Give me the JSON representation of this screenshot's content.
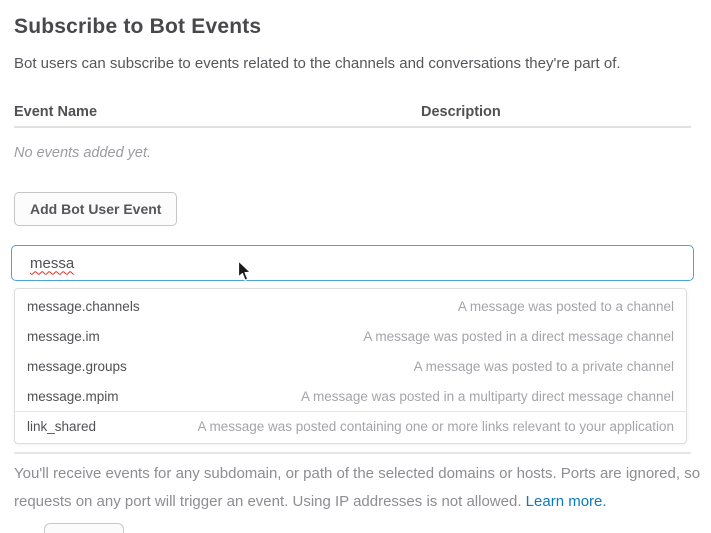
{
  "page": {
    "title": "Subscribe to Bot Events",
    "subtitle": "Bot users can subscribe to events related to the channels and conversations they're part of."
  },
  "events_table": {
    "columns": [
      "Event Name",
      "Description"
    ],
    "empty_message": "No events added yet.",
    "add_button_label": "Add Bot User Event"
  },
  "event_search": {
    "value": "messa",
    "suggestions": [
      {
        "name": "message.channels",
        "description": "A message was posted to a channel"
      },
      {
        "name": "message.im",
        "description": "A message was posted in a direct message channel"
      },
      {
        "name": "message.groups",
        "description": "A message was posted to a private channel"
      },
      {
        "name": "message.mpim",
        "description": "A message was posted in a multiparty direct message channel"
      },
      {
        "name": "link_shared",
        "description": "A message was posted containing one or more links relevant to your application"
      }
    ]
  },
  "footer": {
    "line1": "You'll receive events for any subdomain, or path of the selected domains or hosts. Ports are ignored, so",
    "line2": "requests on any port will trigger an event. Using IP addresses is not allowed.",
    "learn_more_label": "Learn more."
  },
  "cursor_icon": "arrow-pointer",
  "colors": {
    "accent_blue": "#4fa2d9",
    "link_blue": "#0b79bf",
    "squiggle_red": "#e0321f",
    "divider_gray": "#e2e2e2",
    "text_dark": "#55565a",
    "text_gray": "#a4a4aa"
  }
}
